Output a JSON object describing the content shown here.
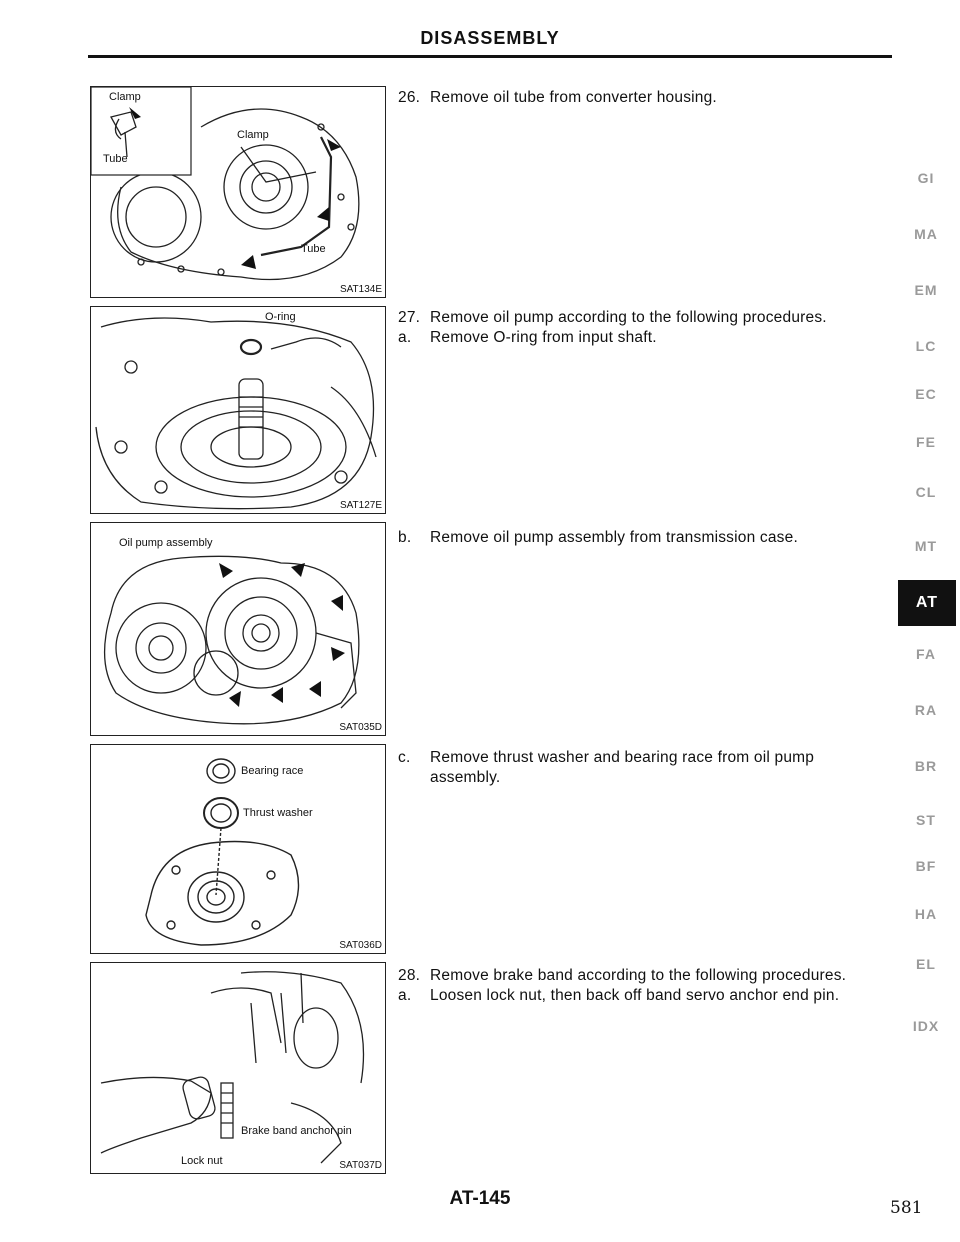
{
  "header": {
    "title": "DISASSEMBLY"
  },
  "figures": [
    {
      "code": "SAT134E",
      "labels": [
        "Clamp",
        "Tube",
        "Clamp",
        "Tube"
      ]
    },
    {
      "code": "SAT127E",
      "labels": [
        "O-ring"
      ]
    },
    {
      "code": "SAT035D",
      "labels": [
        "Oil pump assembly"
      ]
    },
    {
      "code": "SAT036D",
      "labels": [
        "Bearing race",
        "Thrust washer"
      ]
    },
    {
      "code": "SAT037D",
      "labels": [
        "Brake band anchor pin",
        "Lock nut"
      ]
    }
  ],
  "steps": [
    {
      "num": "26.",
      "text": "Remove oil tube from converter housing."
    },
    {
      "num": "27.",
      "text": "Remove oil pump according to the following procedures."
    },
    {
      "num": "a.",
      "text": "Remove O-ring from input shaft."
    },
    {
      "num": "b.",
      "text": "Remove oil pump assembly from transmission case."
    },
    {
      "num": "c.",
      "text": "Remove thrust washer and bearing race from oil pump assembly."
    },
    {
      "num": "28.",
      "text": "Remove brake band according to the following procedures."
    },
    {
      "num": "a.",
      "text": "Loosen lock nut, then back off band servo anchor end pin."
    }
  ],
  "side_tabs": [
    "GI",
    "MA",
    "EM",
    "LC",
    "EC",
    "FE",
    "CL",
    "MT",
    "AT",
    "FA",
    "RA",
    "BR",
    "ST",
    "BF",
    "HA",
    "EL",
    "IDX"
  ],
  "active_tab": "AT",
  "footer": {
    "section_page": "AT-145",
    "page_number": "581"
  }
}
